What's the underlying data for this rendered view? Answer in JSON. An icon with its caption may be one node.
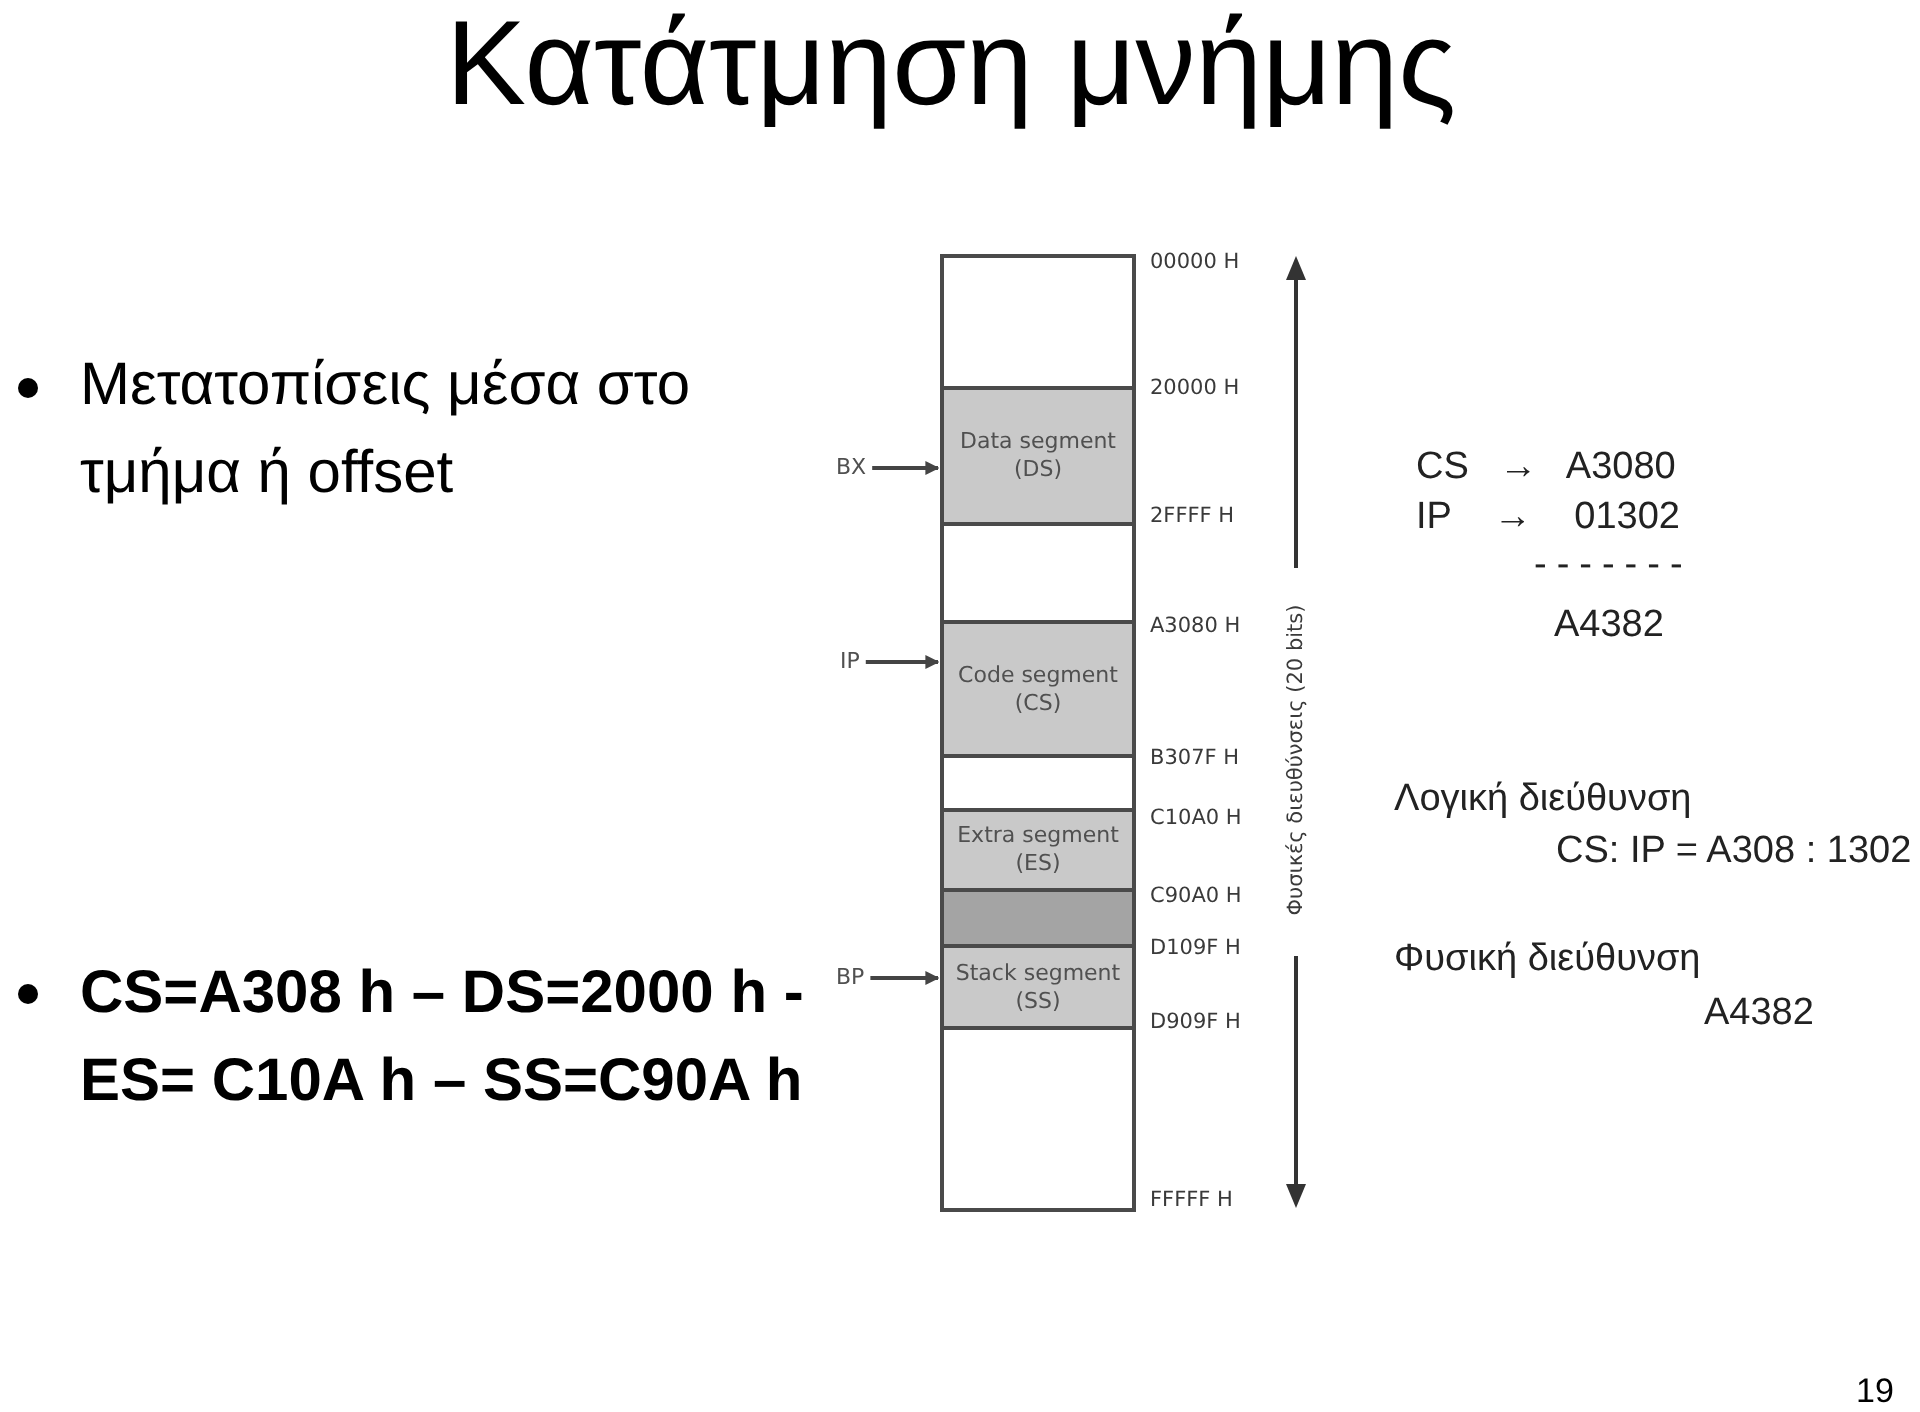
{
  "diagram": {
    "title": "Κατάτμηση μνήμης",
    "nodes": [
      {
        "text": [],
        "shape": "box"
      },
      {
        "text": [
          "Data segment (DS)"
        ]
      },
      {
        "text": [],
        "shape": "box"
      },
      {
        "text": [
          "Code segment (CS)"
        ]
      },
      {
        "text": [],
        "shape": "box"
      },
      {
        "text": [
          "Extra segment (ES)"
        ]
      },
      {
        "text": [],
        "shape": "box"
      },
      {
        "text": [
          "Stack segment (SS)"
        ]
      },
      {
        "text": [],
        "shape": "box"
      },
      {
        "text": [
          "BX"
        ]
      },
      {
        "text": [
          "IP"
        ]
      },
      {
        "text": [
          "BP"
        ]
      }
    ],
    "edges": [
      {
        "from": 9,
        "to": 1,
        "arrow": "to"
      },
      {
        "from": 10,
        "to": 3,
        "arrow": "to"
      },
      {
        "from": 11,
        "to": 7,
        "arrow": "to"
      }
    ],
    "labels": [
      "Μετατοπίσεις μέσα στο τμήμα ή offset",
      "00000 H",
      "20000 H",
      "2FFFF H",
      "A3080 H",
      "B307F H",
      "C10A0 H",
      "C90A0 H",
      "D109F H",
      "D909F H",
      "FFFFF H",
      "Φυσικές διευθύνσεις (20 bits)",
      "CS → A3080",
      "IP → 01302",
      "-------",
      "A4382",
      "Λογική διεύθυνση",
      "CS: IP = A308 : 1302",
      "Φυσική διεύθυνση",
      "A4382",
      "CS=A308 h – DS=2000 h - ES= C10A h – SS=C90A h",
      "19"
    ]
  }
}
